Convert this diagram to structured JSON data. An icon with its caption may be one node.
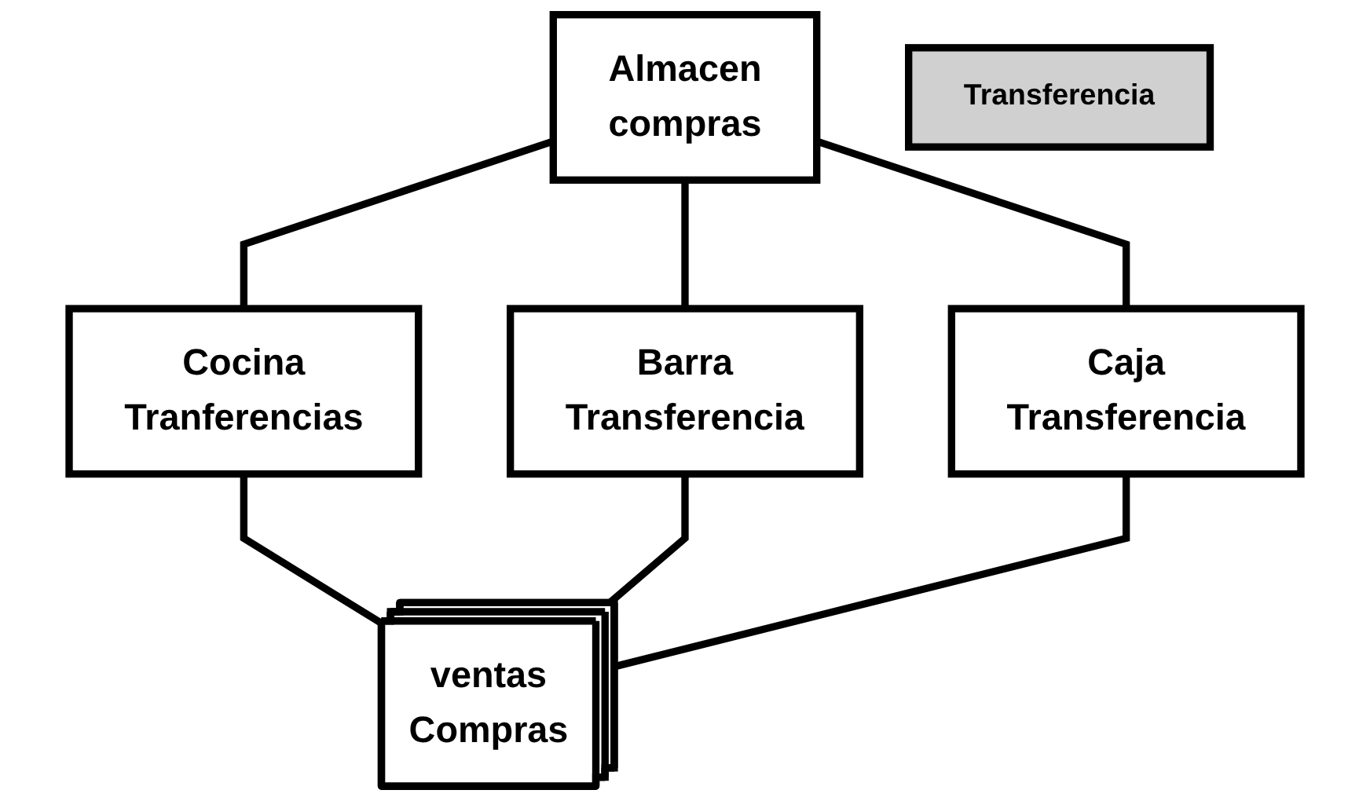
{
  "diagram": {
    "nodes": [
      {
        "text": [
          "Almacen",
          "compras"
        ]
      },
      {
        "text": [
          "Cocina",
          "Tranferencias"
        ]
      },
      {
        "text": [
          "Transferencia"
        ]
      },
      {
        "text": [
          "Barra",
          "Transferencia"
        ]
      },
      {
        "text": [
          "Caja",
          "Transferencia"
        ]
      },
      {
        "text": [
          "ventas",
          "Compras"
        ]
      }
    ],
    "edges": [
      {
        "from": 0,
        "to": 1,
        "arrow": "none"
      },
      {
        "from": 0,
        "to": 3,
        "arrow": "none"
      },
      {
        "from": 0,
        "to": 4,
        "arrow": "none"
      },
      {
        "from": 1,
        "to": 5,
        "arrow": "none"
      },
      {
        "from": 3,
        "to": 5,
        "arrow": "none"
      },
      {
        "from": 4,
        "to": 5,
        "arrow": "none"
      }
    ]
  }
}
